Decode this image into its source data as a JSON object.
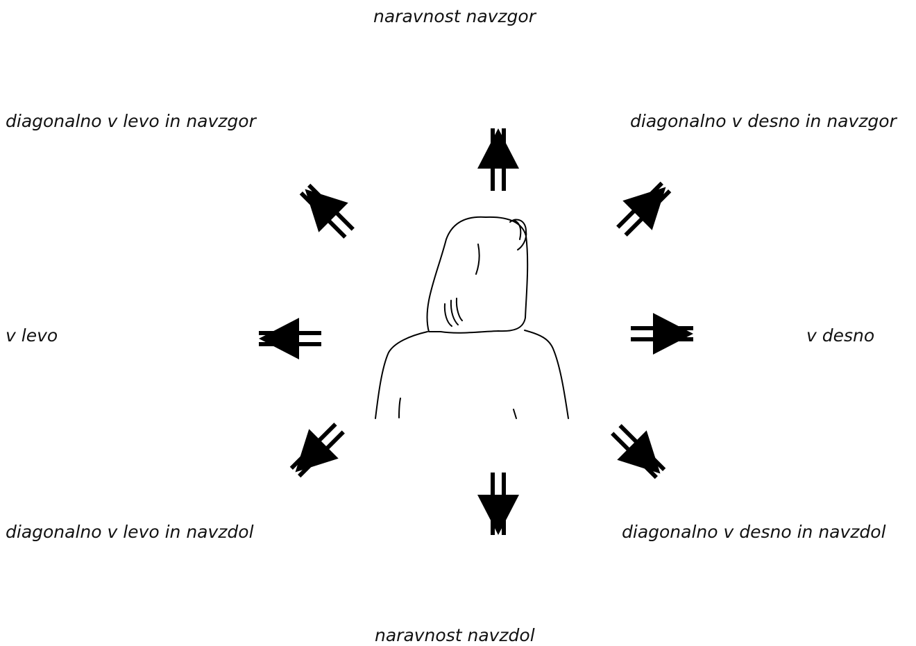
{
  "directions": {
    "up": "naravnost navzgor",
    "up_left": "diagonalno v levo in navzgor",
    "up_right": "diagonalno v desno in navzgor",
    "left": "v levo",
    "right": "v desno",
    "down_left": "diagonalno v levo in navzdol",
    "down_right": "diagonalno v desno in navzdol",
    "down": "naravnost navzdol"
  },
  "colors": {
    "ink": "#000000",
    "background": "#ffffff"
  }
}
